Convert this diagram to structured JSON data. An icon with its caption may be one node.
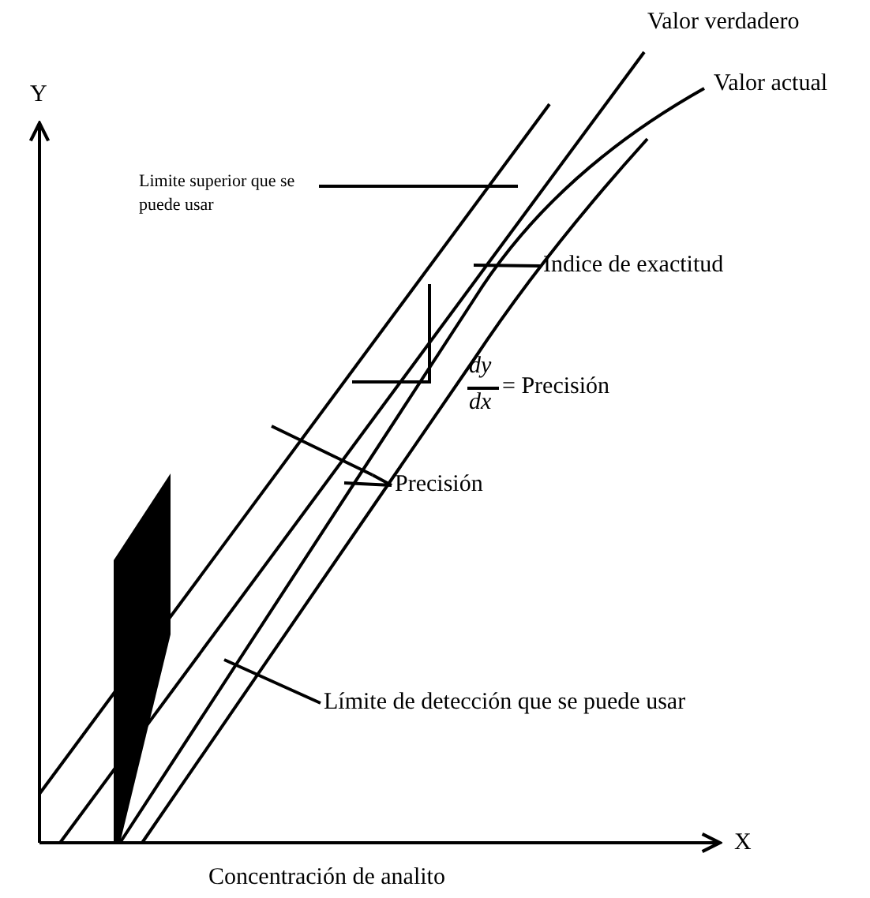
{
  "diagram": {
    "nodes": [
      {
        "text": [
          "Limite superior que se puede usar"
        ]
      },
      {
        "text": [
          "Indice de exactitud"
        ]
      },
      {
        "text": [
          "Precisión"
        ]
      },
      {
        "text": [
          "Límite de detección que se puede usar"
        ]
      }
    ],
    "edges": [
      {
        "from": 0,
        "to": null,
        "arrow": "none"
      },
      {
        "from": 1,
        "to": null,
        "arrow": "none"
      },
      {
        "from": 2,
        "to": null,
        "arrow": "none"
      },
      {
        "from": 3,
        "to": null,
        "arrow": "none"
      }
    ],
    "labels": [
      "Valor verdadero",
      "Valor actual",
      "Y",
      "dy",
      "dx",
      "= Precisión",
      "X",
      "Concentración de analito"
    ]
  }
}
